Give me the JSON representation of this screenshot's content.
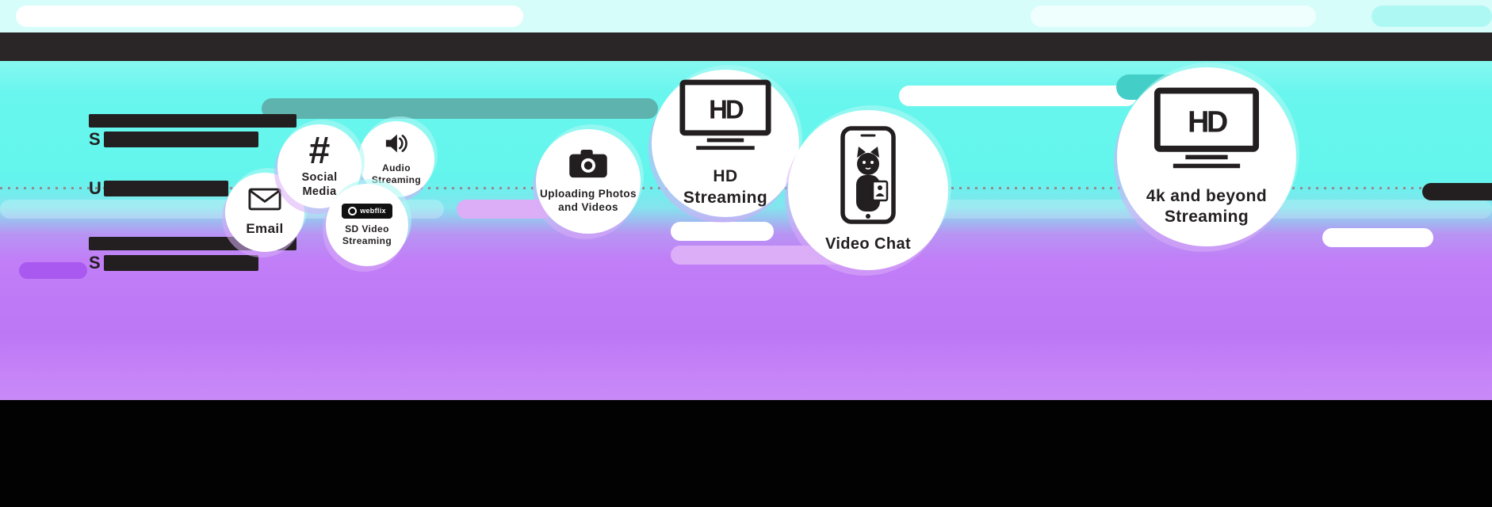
{
  "bubbles": [
    {
      "label": "Email"
    },
    {
      "label": "Social Media"
    },
    {
      "label": "Audio Streaming"
    },
    {
      "label": "SD Video Streaming",
      "badge_text": "webflix"
    },
    {
      "label": "Uploading Photos and Videos"
    },
    {
      "label": "HD Streaming",
      "screen_text": "HD"
    },
    {
      "label": "Video Chat"
    },
    {
      "label": "4k and beyond Streaming",
      "screen_text": "HD"
    }
  ],
  "icons": {
    "email": "envelope-icon",
    "social_media": "hashtag-icon",
    "social_hash_glyph": "#",
    "audio_streaming": "speaker-icon",
    "sd_video": "webflix-badge-icon",
    "uploading": "camera-icon",
    "hd_streaming": "tv-hd-icon",
    "video_chat": "phone-cat-icon",
    "fourk_streaming": "tv-hd-icon"
  },
  "redacted_text": {
    "line_a_letter": "S",
    "line_b_letter": "U",
    "line_c_letter": "S"
  },
  "colors": {
    "cyan_background": "#63f5ed",
    "purple_background": "#c17ef7",
    "top_strip": "#d7fdfb",
    "black_bar": "#2a2627",
    "footer": "#020202",
    "ink": "#231f20",
    "teal_pill": "#5fb3ae",
    "lavender_pill": "#dcaef8",
    "white_pill": "#ffffff"
  }
}
